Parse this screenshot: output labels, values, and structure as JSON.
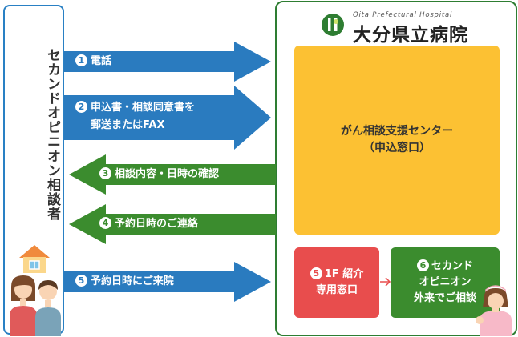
{
  "patient": {
    "label": "セカンドオピニオン相談者"
  },
  "hospital": {
    "name": "大分県立病院",
    "subtitle": "Oita Prefectural Hospital"
  },
  "support_center": {
    "line1": "がん相談支援センター",
    "line2": "（申込窓口）"
  },
  "steps": [
    {
      "num": "1",
      "text": "電話",
      "text2": ""
    },
    {
      "num": "2",
      "text": "申込書・相談同意書を",
      "text2": "郵送またはFAX"
    },
    {
      "num": "3",
      "text": "相談内容・日時の確認",
      "text2": ""
    },
    {
      "num": "4",
      "text": "予約日時のご連絡",
      "text2": ""
    },
    {
      "num": "5",
      "text": "予約日時にご来院",
      "text2": ""
    }
  ],
  "reception": {
    "num": "5",
    "line1": "1F 紹介",
    "line2": "専用窓口"
  },
  "outpatient": {
    "num": "6",
    "line1": "セカンド",
    "line2": "オピニオン",
    "line3": "外来でご相談"
  },
  "colors": {
    "blue": "#2a7bbf",
    "green": "#3b8c2e",
    "yellow": "#fcc133",
    "red": "#e84d4d"
  }
}
